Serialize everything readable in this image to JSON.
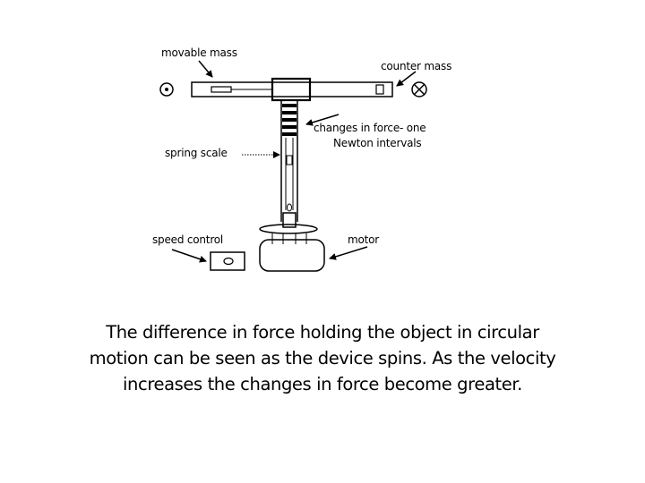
{
  "diagram": {
    "labels": {
      "movable_mass": "movable mass",
      "counter_mass": "counter mass",
      "changes_in_force_line1": "changes in force- one",
      "changes_in_force_line2": "Newton intervals",
      "spring_scale": "spring scale",
      "speed_control": "speed control",
      "motor": "motor"
    },
    "caption": {
      "line1": "The difference in force holding the object in circular",
      "line2": "motion can be seen as the device spins.  As the velocity",
      "line3": "increases the changes in force become greater."
    },
    "colors": {
      "ink": "#000000",
      "background": "#ffffff"
    }
  }
}
